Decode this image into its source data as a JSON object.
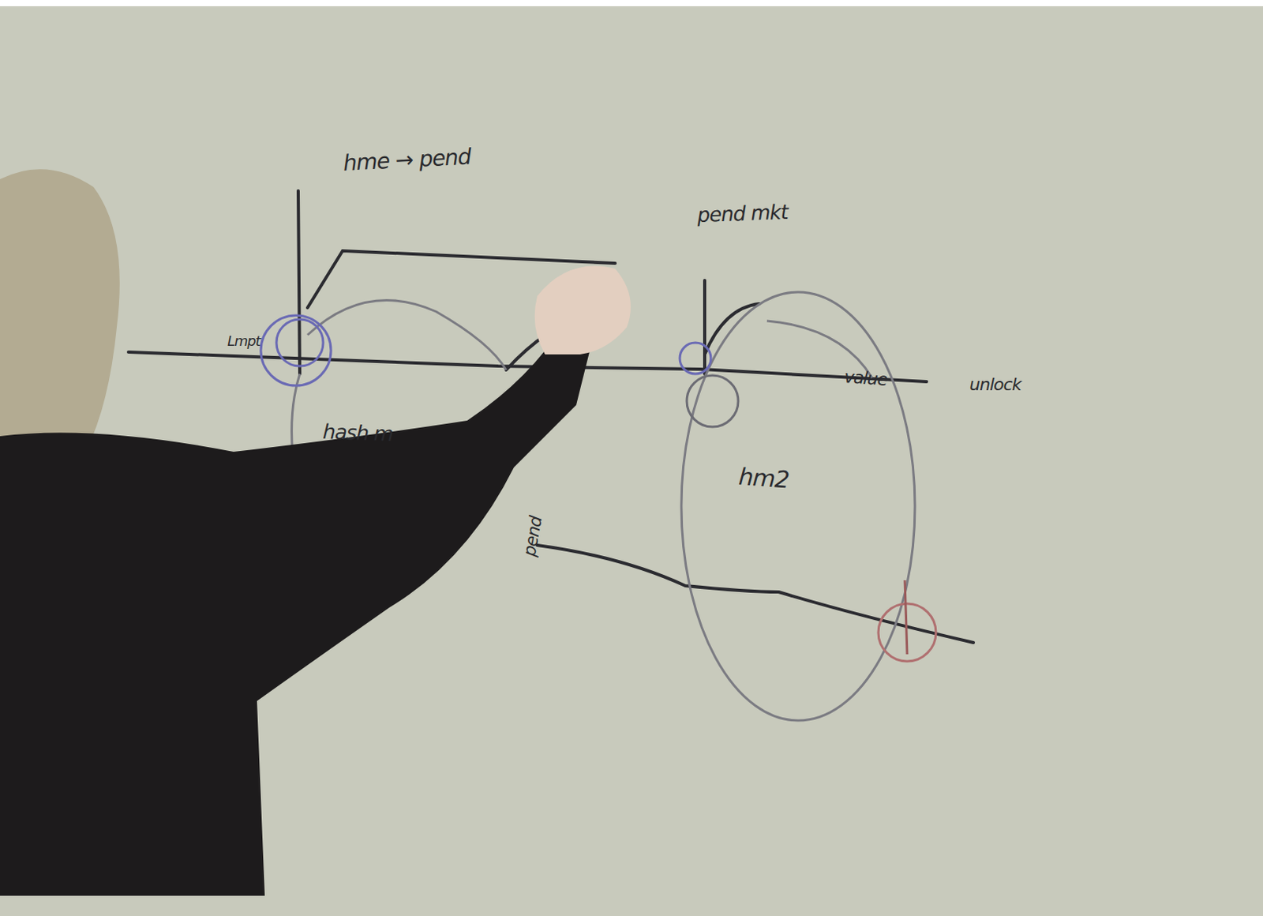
{
  "diagram": {
    "labels": [
      "hme → pend",
      "pend mkt",
      "Lmpt",
      "hash m",
      "hm2",
      "value",
      "unlock",
      "pend"
    ]
  }
}
